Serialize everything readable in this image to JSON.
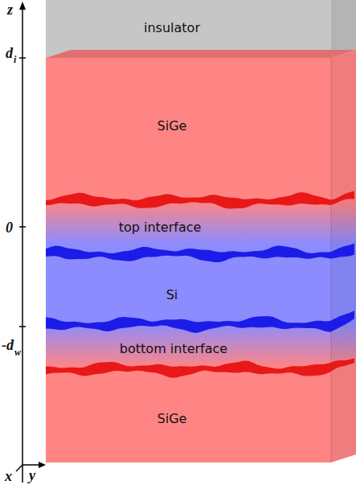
{
  "diagram": {
    "labels": [
      "z",
      "insulator",
      "d",
      "i",
      "SiGe",
      "0",
      "top interface",
      "Si",
      "-d",
      "w",
      "bottom interface",
      "SiGe",
      "x",
      "y"
    ]
  }
}
